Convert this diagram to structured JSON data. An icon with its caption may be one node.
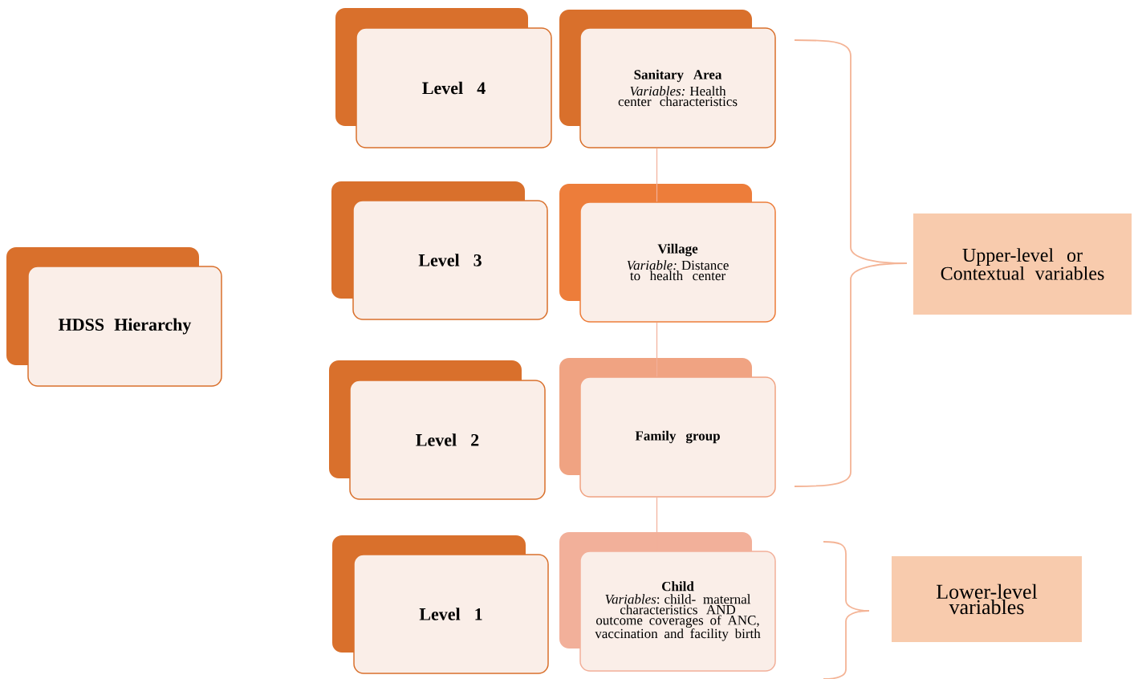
{
  "diagram": {
    "nodes": [
      {
        "text": [
          "HDSS Hierarchy"
        ]
      },
      {
        "text": [
          "Level  4"
        ]
      },
      {
        "text": [
          "Sanitary Area",
          "*Variables:* Health center characteristics"
        ]
      },
      {
        "text": [
          "Level 3"
        ]
      },
      {
        "text": [
          "Village",
          "*Variable:* Distance to health center"
        ]
      },
      {
        "text": [
          "Level 2"
        ]
      },
      {
        "text": [
          "Family group"
        ]
      },
      {
        "text": [
          "Level 1"
        ]
      },
      {
        "text": [
          "Child",
          "*Variables*: child- maternal characteristics AND outcome coverages of ANC, vaccination and facility birth"
        ]
      },
      {
        "text": [
          "Upper-level or Contextual variables"
        ]
      },
      {
        "text": [
          "Lower-level variables"
        ]
      }
    ],
    "edges": [
      {
        "from": 2,
        "to": 4,
        "arrow": "none"
      },
      {
        "from": 4,
        "to": 6,
        "arrow": "none"
      },
      {
        "from": 6,
        "to": 8,
        "arrow": "none"
      }
    ]
  }
}
